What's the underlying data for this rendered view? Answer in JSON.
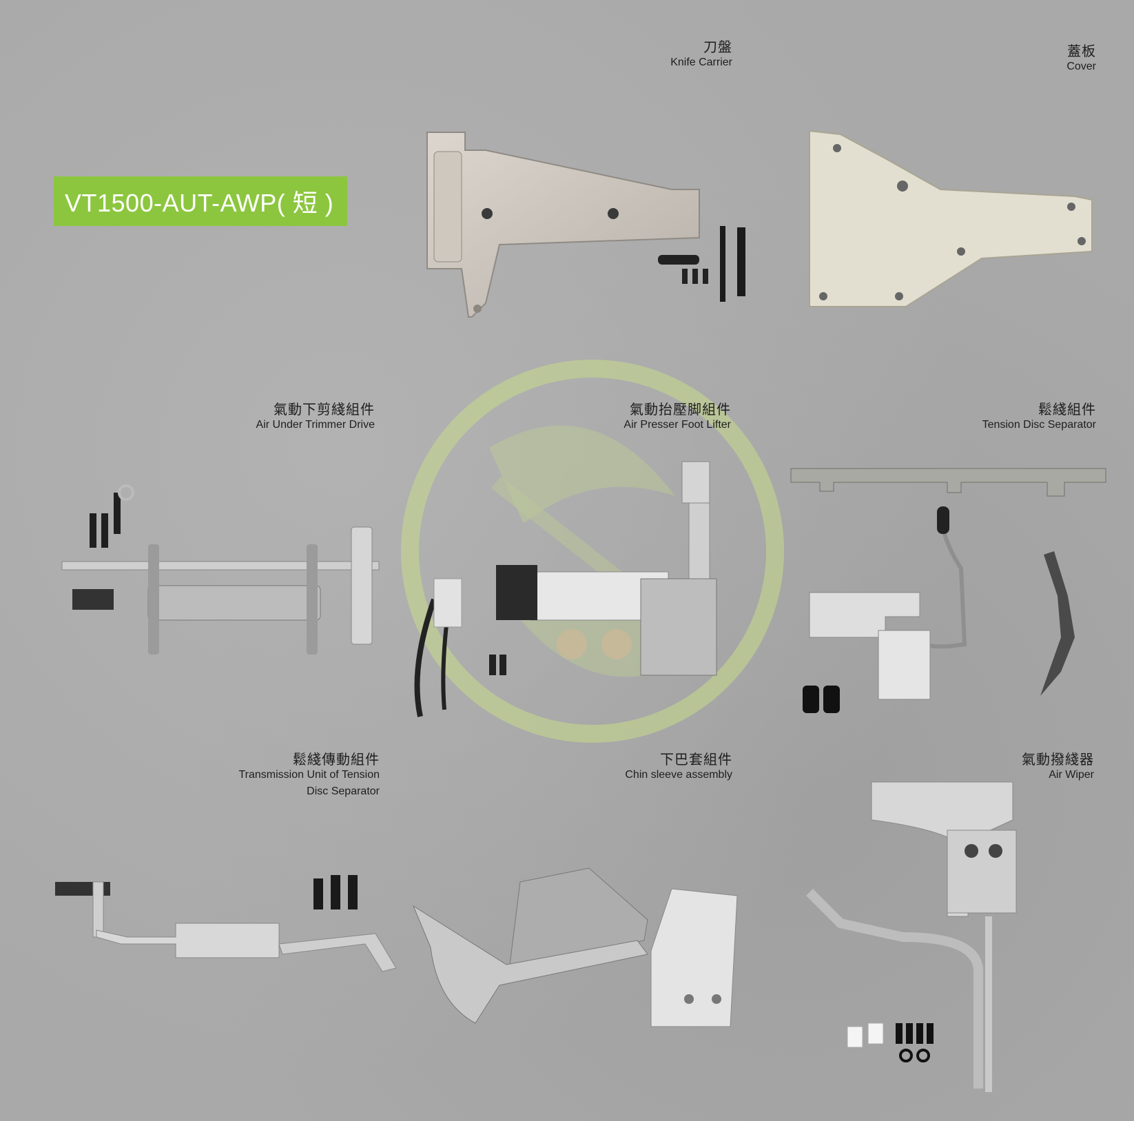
{
  "title": "VT1500-AUT-AWP( 短 )",
  "brand_color": "#8cc63f",
  "parts": [
    {
      "zh": "刀盤",
      "en": "Knife Carrier"
    },
    {
      "zh": "蓋板",
      "en": "Cover"
    },
    {
      "zh": "氣動下剪綫組件",
      "en": "Air Under Trimmer Drive"
    },
    {
      "zh": "氣動抬壓脚組件",
      "en": "Air Presser Foot Lifter"
    },
    {
      "zh": "鬆綫組件",
      "en": "Tension Disc Separator"
    },
    {
      "zh": "鬆綫傳動組件",
      "en_line1": "Transmission Unit of Tension",
      "en_line2": "Disc Separator"
    },
    {
      "zh": "下巴套組件",
      "en": "Chin sleeve assembly"
    },
    {
      "zh": "氣動撥綫器",
      "en": "Air Wiper"
    }
  ]
}
